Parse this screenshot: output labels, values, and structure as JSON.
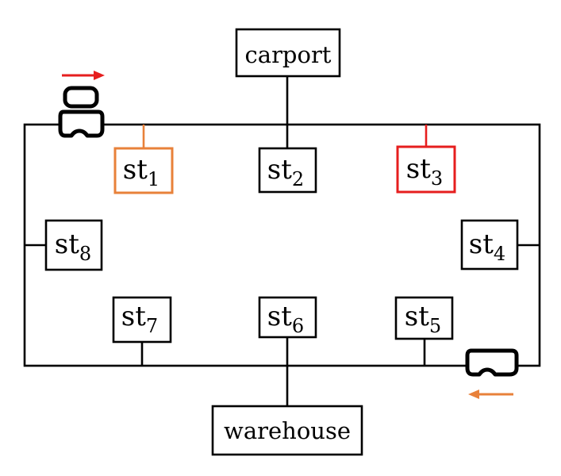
{
  "colors": {
    "line": "#000000",
    "st1_highlight": "#E8813A",
    "st3_highlight": "#E61E1E",
    "arrow_top": "#E61E1E",
    "arrow_bottom": "#E8813A"
  },
  "carport": {
    "label": "carport"
  },
  "warehouse": {
    "label": "warehouse"
  },
  "stations": [
    {
      "base": "st",
      "sub": "1"
    },
    {
      "base": "st",
      "sub": "2"
    },
    {
      "base": "st",
      "sub": "3"
    },
    {
      "base": "st",
      "sub": "4"
    },
    {
      "base": "st",
      "sub": "5"
    },
    {
      "base": "st",
      "sub": "6"
    },
    {
      "base": "st",
      "sub": "7"
    },
    {
      "base": "st",
      "sub": "8"
    }
  ],
  "vehicles": [
    {
      "icon": "robot-cart-icon",
      "direction": "right"
    },
    {
      "icon": "robot-cart-icon",
      "direction": "left"
    }
  ]
}
